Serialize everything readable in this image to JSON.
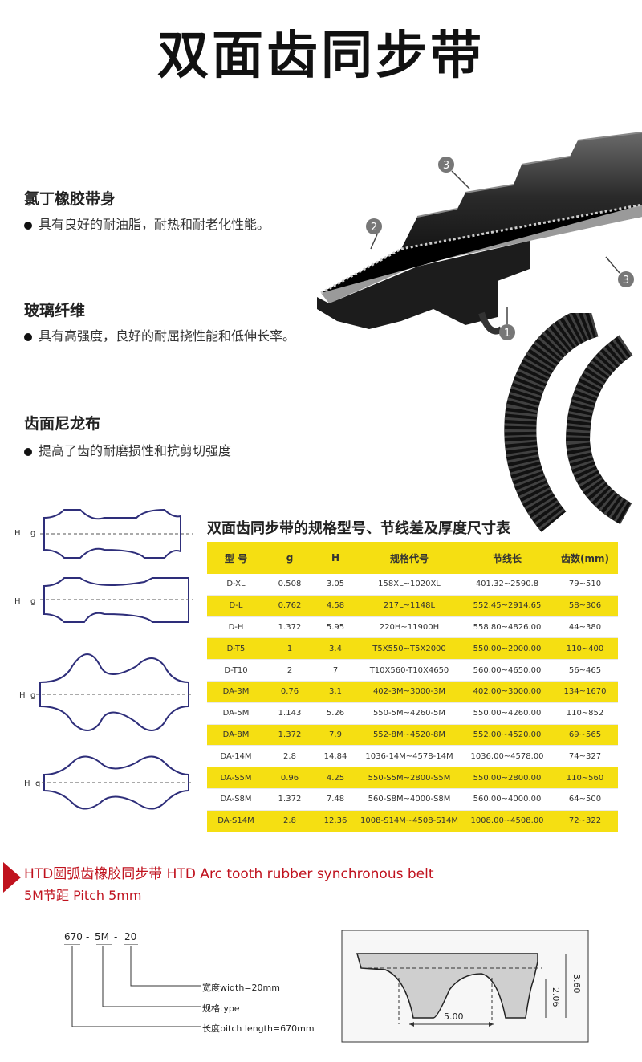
{
  "title": "双面齿同步带",
  "features": [
    {
      "head": "氯丁橡胶带身",
      "desc": "具有良好的耐油脂，耐热和耐老化性能。"
    },
    {
      "head": "玻璃纤维",
      "desc": "具有高强度，良好的耐屈挠性能和低伸长率。"
    },
    {
      "head": "齿面尼龙布",
      "desc": "提高了齿的耐磨损性和抗剪切强度"
    }
  ],
  "callouts": [
    "3",
    "2",
    "3",
    "1"
  ],
  "profile_labels": {
    "h": "H",
    "g": "g"
  },
  "table": {
    "title": "双面齿同步带的规格型号、节线差及厚度尺寸表",
    "headers": [
      "型 号",
      "g",
      "H",
      "规格代号",
      "节线长",
      "齿数(mm)"
    ],
    "rows": [
      [
        "D-XL",
        "0.508",
        "3.05",
        "158XL~1020XL",
        "401.32~2590.8",
        "79~510"
      ],
      [
        "D-L",
        "0.762",
        "4.58",
        "217L~1148L",
        "552.45~2914.65",
        "58~306"
      ],
      [
        "D-H",
        "1.372",
        "5.95",
        "220H~11900H",
        "558.80~4826.00",
        "44~380"
      ],
      [
        "D-T5",
        "1",
        "3.4",
        "T5X550~T5X2000",
        "550.00~2000.00",
        "110~400"
      ],
      [
        "D-T10",
        "2",
        "7",
        "T10X560-T10X4650",
        "560.00~4650.00",
        "56~465"
      ],
      [
        "DA-3M",
        "0.76",
        "3.1",
        "402-3M~3000-3M",
        "402.00~3000.00",
        "134~1670"
      ],
      [
        "DA-5M",
        "1.143",
        "5.26",
        "550-5M~4260-5M",
        "550.00~4260.00",
        "110~852"
      ],
      [
        "DA-8M",
        "1.372",
        "7.9",
        "552-8M~4520-8M",
        "552.00~4520.00",
        "69~565"
      ],
      [
        "DA-14M",
        "2.8",
        "14.84",
        "1036-14M~4578-14M",
        "1036.00~4578.00",
        "74~327"
      ],
      [
        "DA-S5M",
        "0.96",
        "4.25",
        "550-S5M~2800-S5M",
        "550.00~2800.00",
        "110~560"
      ],
      [
        "DA-S8M",
        "1.372",
        "7.48",
        "560-S8M~4000-S8M",
        "560.00~4000.00",
        "64~500"
      ],
      [
        "DA-S14M",
        "2.8",
        "12.36",
        "1008-S14M~4508-S14M",
        "1008.00~4508.00",
        "72~322"
      ]
    ]
  },
  "section": {
    "title": "HTD圆弧齿橡胶同步带 HTD Arc tooth rubber synchronous belt",
    "subtitle": "5M节距 Pitch 5mm"
  },
  "code_diagram": {
    "code": [
      "670",
      "-",
      "5M",
      "-",
      "20"
    ],
    "legend": [
      "宽度width=20mm",
      "规格type",
      "长度pitch length=670mm"
    ]
  },
  "dimension_diagram": {
    "pitch": "5.00",
    "height": "3.60",
    "tooth": "2.06"
  },
  "colors": {
    "highlight": "#f5df12",
    "section_red": "#c0121e",
    "belt": "#1c1c1c",
    "profile": "#3a3a8c"
  }
}
